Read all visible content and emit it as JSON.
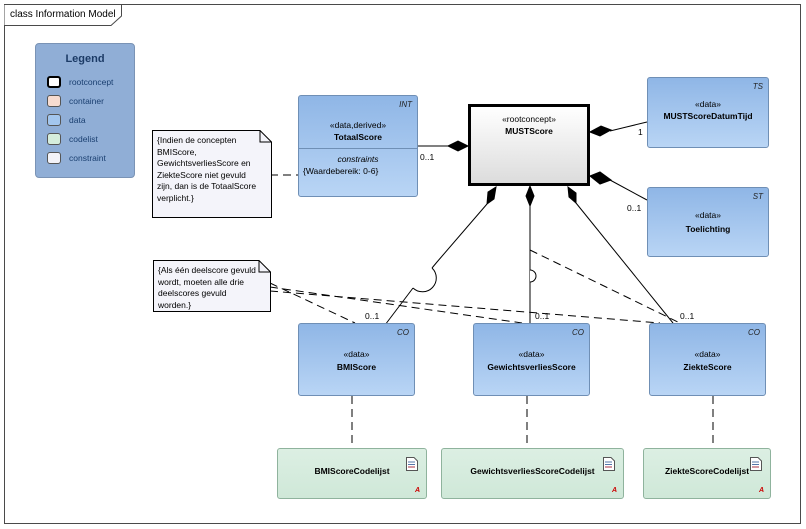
{
  "diagram": {
    "title": "class Information Model"
  },
  "legend": {
    "title": "Legend",
    "items": [
      {
        "label": "rootconcept",
        "color": "#ffffff"
      },
      {
        "label": "container",
        "color": "#f7dcd0"
      },
      {
        "label": "data",
        "color": "#a3c6ee"
      },
      {
        "label": "codelist",
        "color": "#d5eddc"
      },
      {
        "label": "constraint",
        "color": "#f2f2f8"
      }
    ]
  },
  "classes": {
    "must": {
      "stereotype": "«rootconcept»",
      "name": "MUSTScore"
    },
    "totaal": {
      "tag": "INT",
      "stereotype": "«data,derived»",
      "name": "TotaalScore",
      "constraints_header": "constraints",
      "constraint": "{Waardebereik: 0-6}"
    },
    "datum": {
      "tag": "TS",
      "stereotype": "«data»",
      "name": "MUSTScoreDatumTijd"
    },
    "toelichting": {
      "tag": "ST",
      "stereotype": "«data»",
      "name": "Toelichting"
    },
    "bmi": {
      "tag": "CO",
      "stereotype": "«data»",
      "name": "BMIScore"
    },
    "gewicht": {
      "tag": "CO",
      "stereotype": "«data»",
      "name": "GewichtsverliesScore"
    },
    "ziekte": {
      "tag": "CO",
      "stereotype": "«data»",
      "name": "ZiekteScore"
    }
  },
  "codelists": {
    "bmi": {
      "name": "BMIScoreCodelijst",
      "mark": "A"
    },
    "gewicht": {
      "name": "GewichtsverliesScoreCodelijst",
      "mark": "A"
    },
    "ziekte": {
      "name": "ZiekteScoreCodelijst",
      "mark": "A"
    }
  },
  "notes": {
    "totaal": {
      "lines": [
        "{Indien de concepten",
        "BMIScore,",
        "GewichtsverliesScore en",
        "ZiekteScore niet gevuld",
        "zijn, dan is de TotaalScore",
        "verplicht.}"
      ]
    },
    "deelscore": {
      "lines": [
        "{Als één deelscore gevuld",
        "wordt, moeten alle drie",
        "deelscores gevuld worden.}"
      ]
    }
  },
  "multiplicities": {
    "totaal": "0..1",
    "datum": "1",
    "toelichting": "0..1",
    "bmi": "0..1",
    "gewicht": "0..1",
    "ziekte": "0..1"
  }
}
